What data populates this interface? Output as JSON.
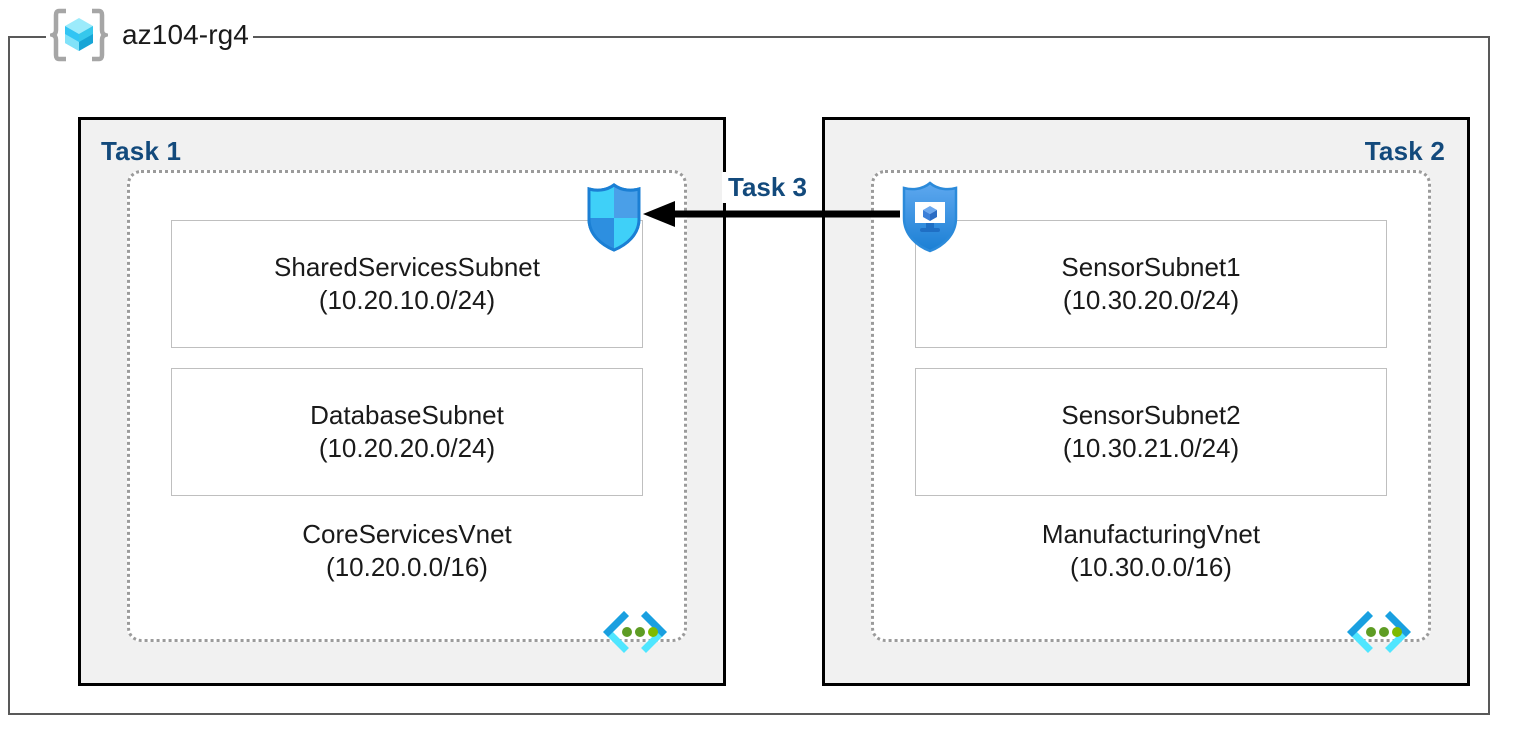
{
  "resource_group": {
    "icon": "resource-group-cube-icon",
    "name": "az104-rg4"
  },
  "tasks": [
    {
      "label": "Task 1",
      "vnet": {
        "name": "CoreServicesVnet",
        "cidr": "(10.20.0.0/16)",
        "icon": "virtual-network-icon",
        "subnets": [
          {
            "name": "SharedServicesSubnet",
            "cidr": "(10.20.10.0/24)"
          },
          {
            "name": "DatabaseSubnet",
            "cidr": "(10.20.20.0/24)"
          }
        ]
      }
    },
    {
      "label": "Task 2",
      "vnet": {
        "name": "ManufacturingVnet",
        "cidr": "(10.30.0.0/16)",
        "icon": "virtual-network-icon",
        "subnets": [
          {
            "name": "SensorSubnet1",
            "cidr": "(10.30.20.0/24)"
          },
          {
            "name": "SensorSubnet2",
            "cidr": "(10.30.21.0/24)"
          }
        ]
      }
    }
  ],
  "connection": {
    "label": "Task 3",
    "direction": "right-to-left",
    "from_icon": "virtual-machine-shield-icon",
    "to_icon": "firewall-shield-icon"
  },
  "colors": {
    "task_label": "#134a7c",
    "task_box_fill": "#f1f1f1",
    "task_box_border": "#000000",
    "vnet_border": "#9b9b9b",
    "subnet_border": "#bfbfbf",
    "frame": "#595959",
    "azure_blue": "#0078d4",
    "azure_cyan": "#50e6ff",
    "vnet_dot_green": "#5e9c24",
    "text": "#1a1a1a"
  }
}
